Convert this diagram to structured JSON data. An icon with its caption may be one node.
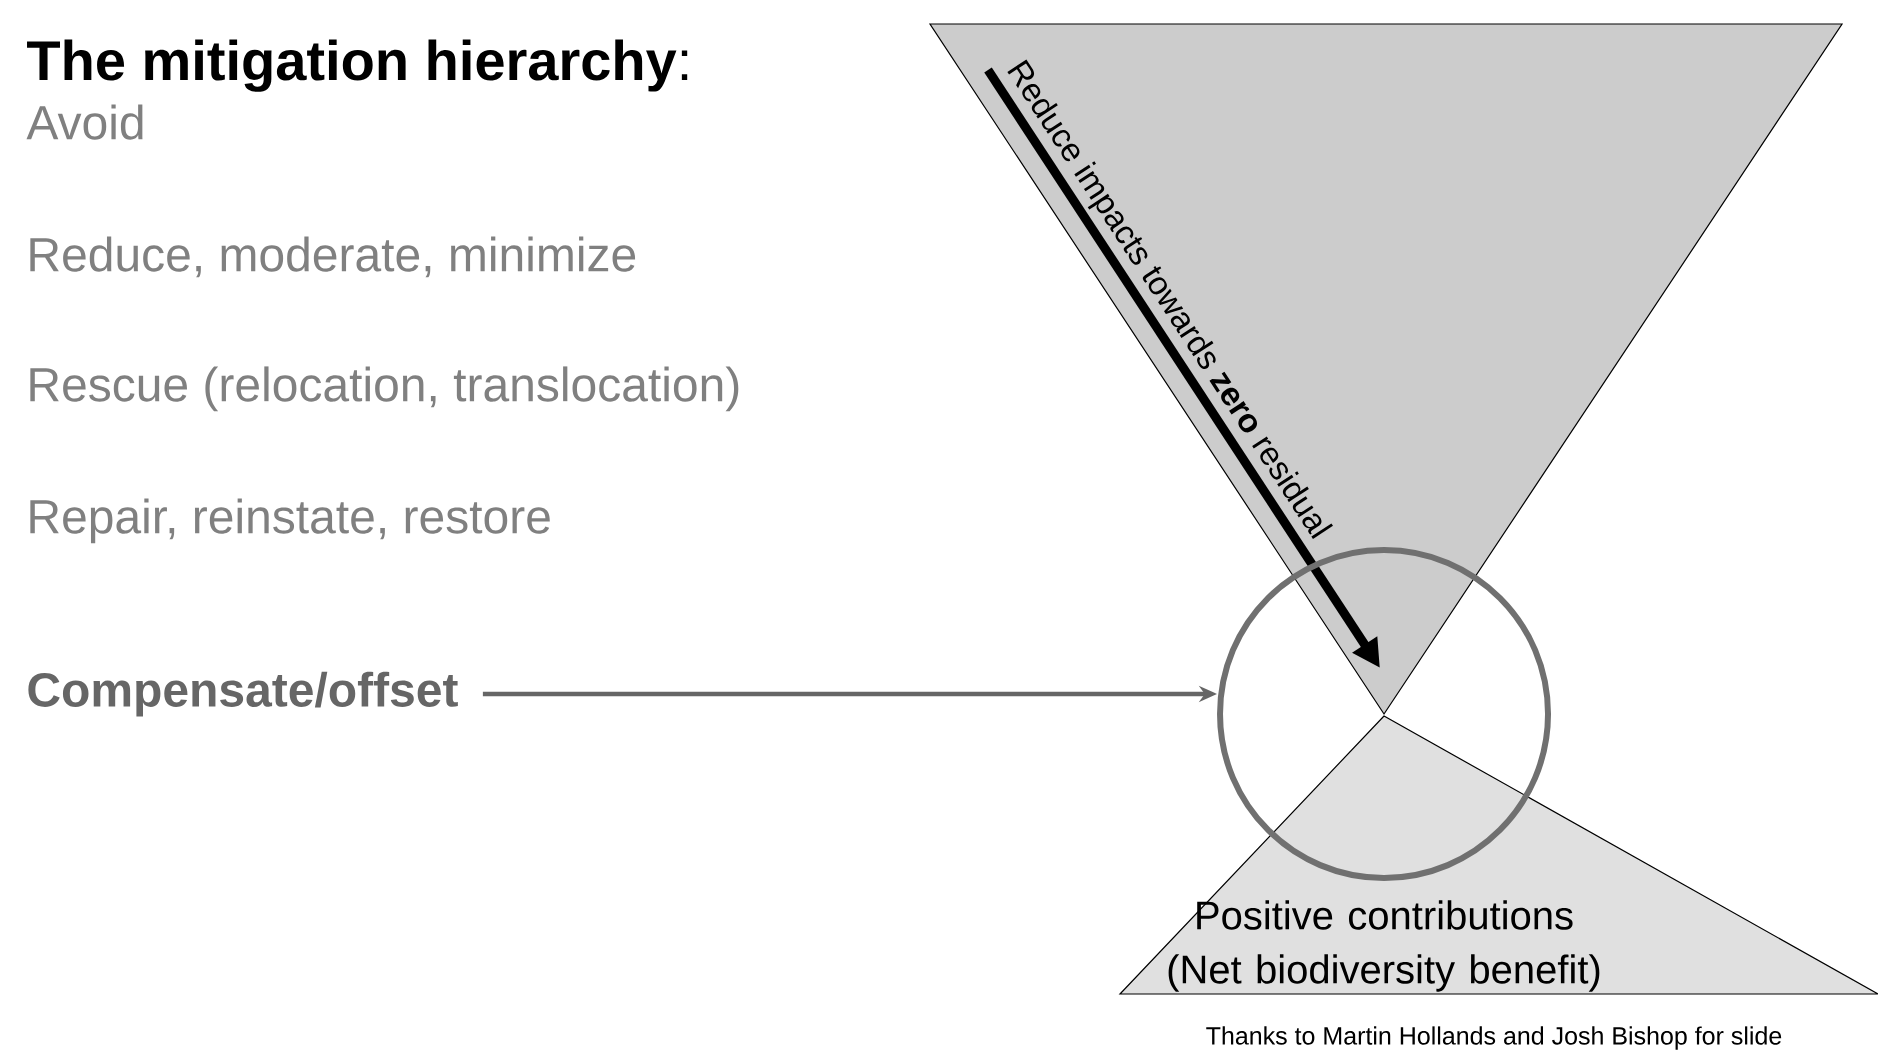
{
  "diagram": {
    "title": "**The mitigation hierarchy**:",
    "nodes": [
      {
        "text": [
          "Reduce impacts towards **zero** residual"
        ]
      },
      {
        "text": [
          "Positive contributions (Net biodiversity benefit)"
        ]
      },
      {
        "text": [
          "Compensate/offset"
        ]
      },
      {
        "text": [],
        "shape": "circle"
      }
    ],
    "edges": [
      {
        "from": 2,
        "to": 3,
        "arrow": "to"
      }
    ],
    "labels": [
      "Avoid",
      "Reduce, moderate, minimize",
      "Rescue (relocation, translocation)",
      "Repair, reinstate, restore",
      "Thanks to Martin Hollands and Josh Bishop for slide"
    ]
  }
}
